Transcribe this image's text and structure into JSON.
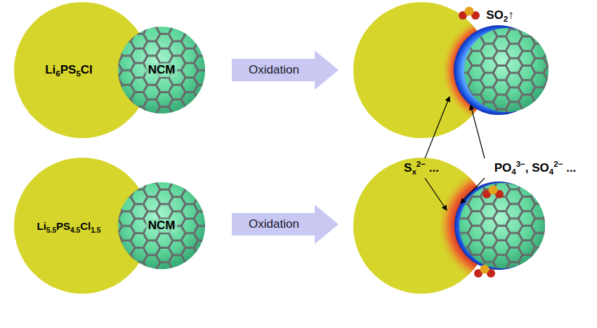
{
  "diagram": {
    "nodes": [
      {
        "text": [
          "Li6PS5Cl"
        ]
      },
      {
        "text": [
          "NCM"
        ]
      },
      {
        "text": [
          "Oxidation"
        ]
      },
      {
        "text": [
          "Li5.5PS4.5Cl1.5"
        ]
      },
      {
        "text": [
          "NCM"
        ]
      },
      {
        "text": [
          "Oxidation"
        ]
      }
    ],
    "labels": [
      "SO2↑",
      "Sx2− ...",
      "PO43−, SO42− ..."
    ]
  }
}
